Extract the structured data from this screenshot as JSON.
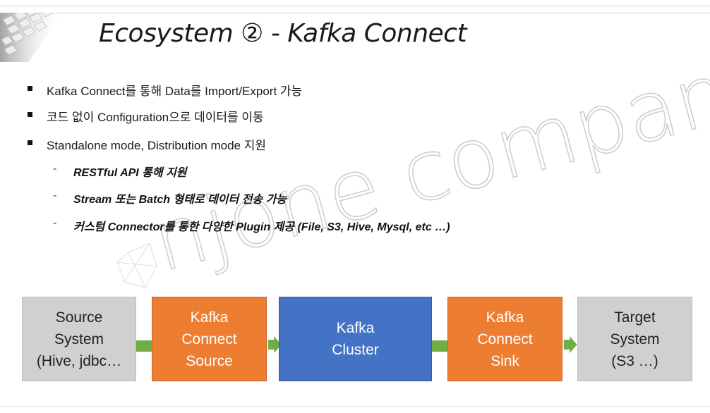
{
  "slide": {
    "title": "Ecosystem ② - Kafka Connect"
  },
  "bullets": [
    "Kafka Connect를 통해 Data를 Import/Export 가능",
    "코드 없이 Configuration으로 데이터를 이동",
    "Standalone mode, Distribution mode 지원"
  ],
  "sub_bullets": [
    "RESTful API 통해 지원",
    "Stream 또는 Batch 형태로 데이터 전송 가능",
    "커스텀 Connector를 통한 다양한 Plugin 제공 (File, S3, Hive, Mysql, etc …)"
  ],
  "sub_dash": "-",
  "watermark": "njone company",
  "flow": [
    {
      "label": "Source\nSystem\n(Hive, jdbc…",
      "color": "#d0d0d0"
    },
    {
      "label": "Kafka\nConnect\nSource",
      "color": "#ed7d31"
    },
    {
      "label": "Kafka\nCluster",
      "color": "#4472c4"
    },
    {
      "label": "Kafka\nConnect\nSink",
      "color": "#ed7d31"
    },
    {
      "label": "Target\nSystem\n(S3 …)",
      "color": "#d0d0d0"
    }
  ],
  "colors": {
    "arrow": "#70ad47",
    "orange": "#ed7d31",
    "blue": "#4472c4",
    "gray": "#d0d0d0"
  }
}
